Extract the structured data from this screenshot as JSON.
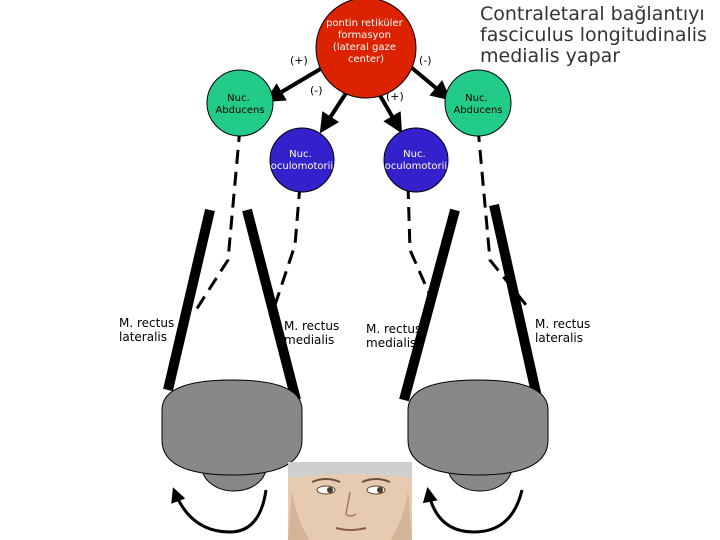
{
  "title_lines": [
    "Contraletaral bağlantıyı",
    "fasciculus longitudinalis",
    "medialis yapar"
  ],
  "center_node": {
    "lines": [
      "pontin retiküler",
      "formasyon",
      "(lateral gaze",
      "center)"
    ],
    "color": "#dd2200"
  },
  "left_abducens": {
    "lines": [
      "Nuc.",
      "Abducens"
    ],
    "color": "#22cc88"
  },
  "right_abducens": {
    "lines": [
      "Nuc.",
      "Abducens"
    ],
    "color": "#22cc88"
  },
  "left_oculomotor": {
    "lines": [
      "Nuc.",
      "oculomotorii"
    ],
    "color": "#3322cc"
  },
  "right_oculomotor": {
    "lines": [
      "Nuc.",
      "oculomotorii"
    ],
    "color": "#3322cc"
  },
  "signs": {
    "top_left": "(+)",
    "top_right": "(-)",
    "lower_left": "(-)",
    "lower_right": "(+)"
  },
  "muscles": {
    "left_lateral": [
      "M. rectus",
      "lateralis"
    ],
    "left_medial": [
      "M. rectus",
      "medialis"
    ],
    "right_medial": [
      "M. rectus",
      "medialis"
    ],
    "right_lateral": [
      "M. rectus",
      "lateralis"
    ]
  },
  "eye_color": "#888888",
  "face_icon": "face-photo"
}
